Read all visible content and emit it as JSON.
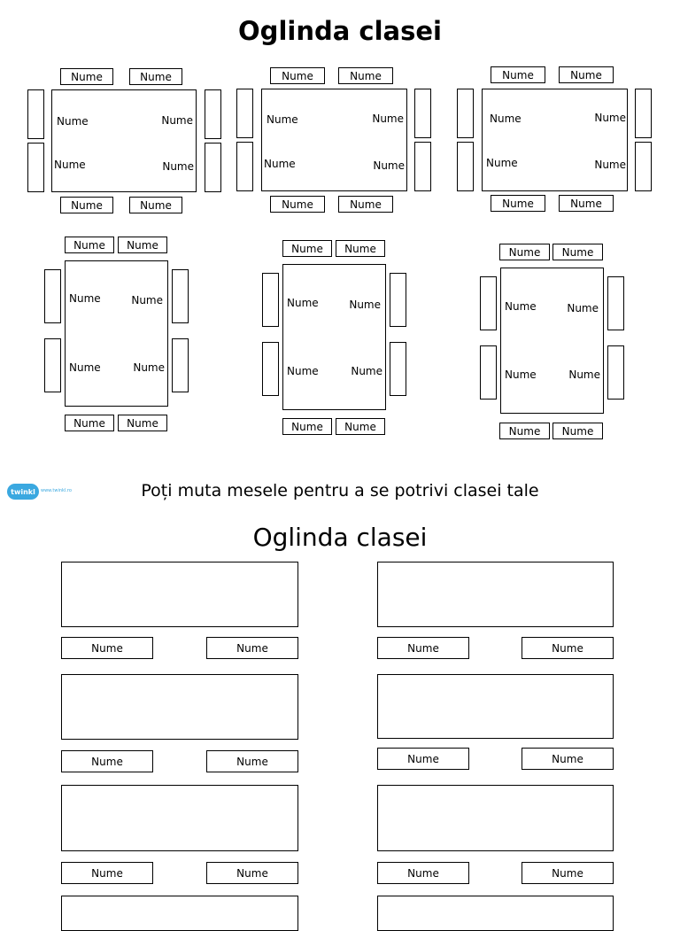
{
  "page": {
    "title_top": "Oglinda clasei",
    "title_bottom": "Oglinda clasei",
    "note": "Poți muta mesele pentru a se potrivi clasei tale",
    "logo_badge": "twinkl",
    "logo_text": "www.twinkl.ro"
  },
  "labels": {
    "name": "Nume"
  },
  "colors": {
    "border": "#000000",
    "logo": "#3aa8e0"
  }
}
